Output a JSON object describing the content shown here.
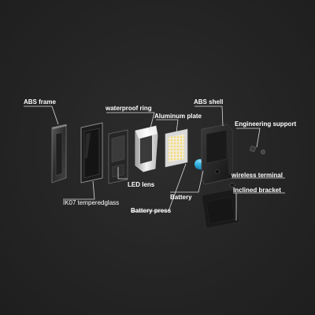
{
  "diagram": {
    "labels": {
      "abs_frame": "ABS frame",
      "waterproof_ring": "waterproof ring",
      "aluminum_plate": "Aluminum plate",
      "abs_shell": "ABS shell",
      "engineering_support": "Engineering support",
      "led_lens": "LED lens",
      "battery": "Battery",
      "battery_press": "Battery press",
      "ik07_glass": "IK07 temperedglass",
      "wireless_terminal": "wireless terminal",
      "inclined_bracket": "Inclined bracket"
    },
    "colors": {
      "background": "#262626",
      "label": "#ffffff",
      "leader_line": "#dcdcdc",
      "battery": "#35b8e8",
      "led_panel": "#f1ead2"
    }
  }
}
